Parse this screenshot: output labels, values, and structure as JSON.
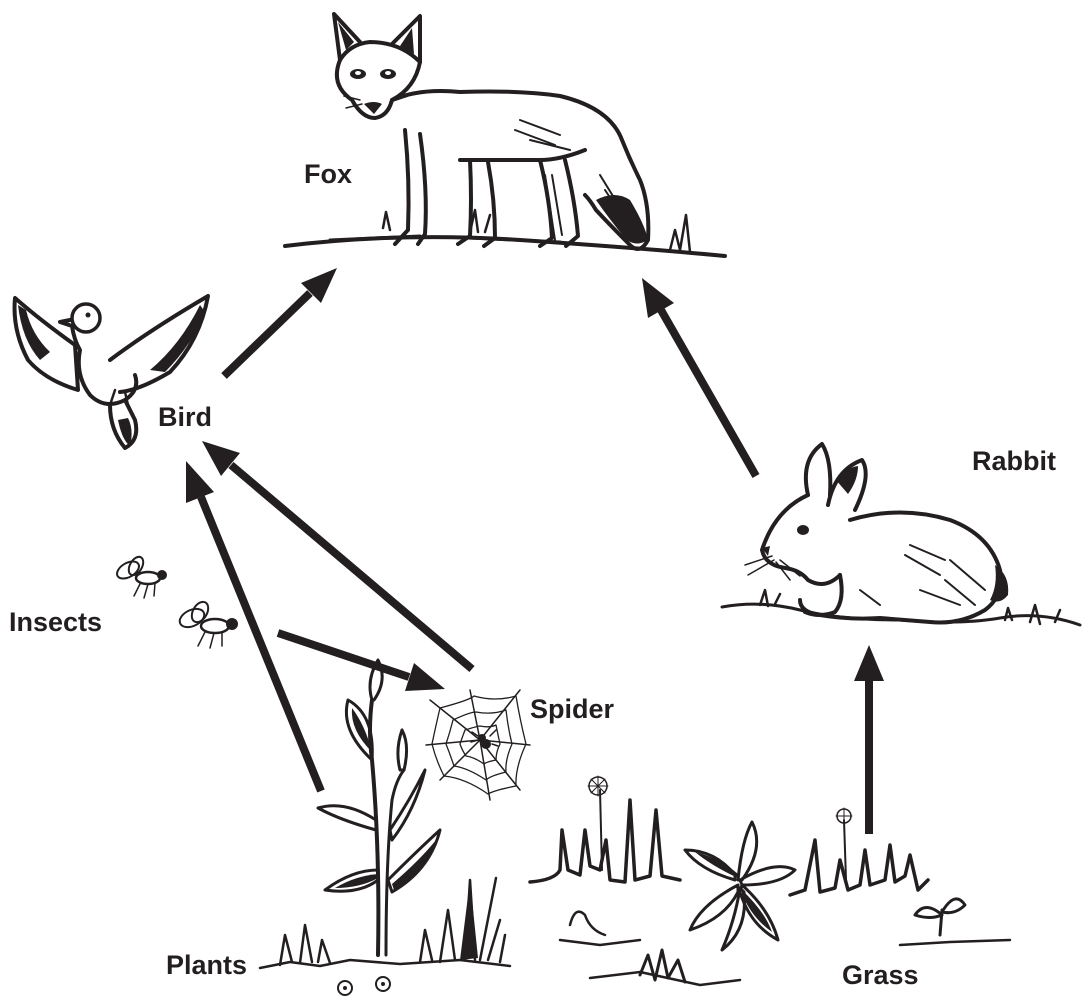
{
  "diagram": {
    "labels": {
      "fox": "Fox",
      "bird": "Bird",
      "rabbit": "Rabbit",
      "insects": "Insects",
      "spider": "Spider",
      "plants": "Plants",
      "grass": "Grass"
    },
    "icons": {
      "fox": "fox-drawing",
      "bird": "bird-drawing",
      "rabbit": "rabbit-drawing",
      "insects": "fly-drawing",
      "spider": "spider-web-drawing",
      "plants": "plant-drawing",
      "grass": "grass-drawing"
    },
    "ink_color": "#231f20",
    "arrows": [
      {
        "from": "bird",
        "to": "fox"
      },
      {
        "from": "rabbit",
        "to": "fox"
      },
      {
        "from": "spider",
        "to": "bird"
      },
      {
        "from": "plants",
        "to": "bird"
      },
      {
        "from": "insects",
        "to": "spider"
      },
      {
        "from": "grass",
        "to": "rabbit"
      }
    ]
  }
}
